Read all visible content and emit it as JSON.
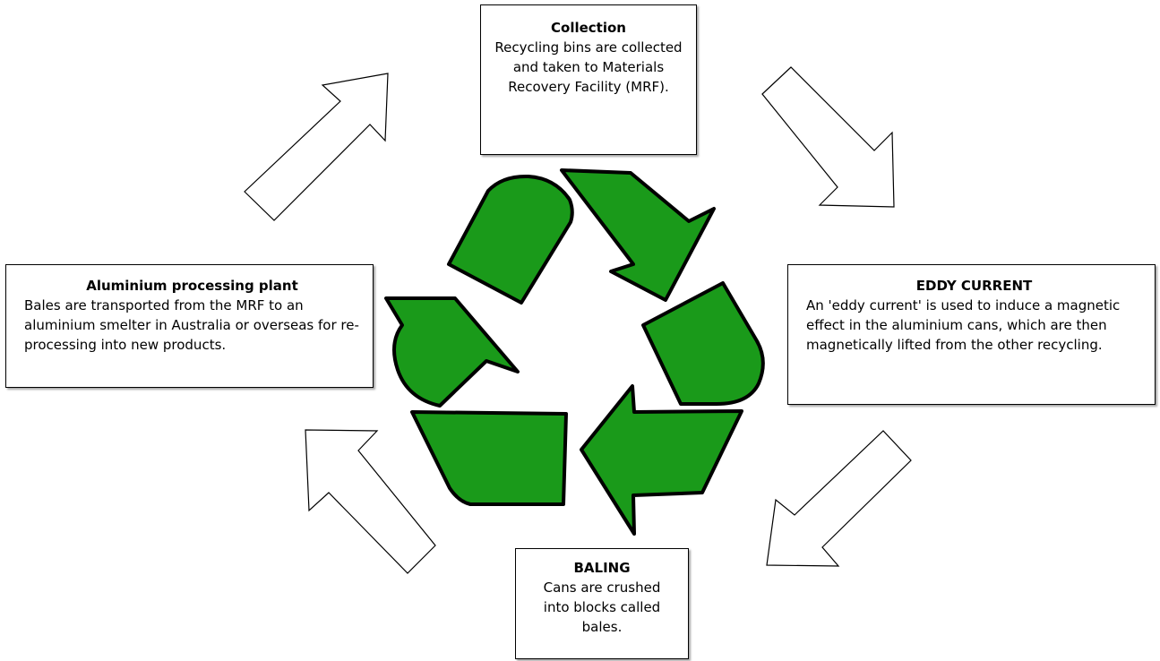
{
  "colors": {
    "recycle_fill": "#1a9a1a",
    "recycle_stroke": "#000000",
    "arrow_fill": "#ffffff",
    "arrow_stroke": "#000000"
  },
  "icons": {
    "center": "recycling-symbol-icon",
    "flow_arrows": "hollow-arrow-icon"
  },
  "collection": {
    "title": "Collection",
    "text": "Recycling bins are collected and taken to Materials Recovery Facility (MRF)."
  },
  "eddy_current": {
    "title": "EDDY CURRENT",
    "text": "An 'eddy current' is used to induce a magnetic effect in the aluminium cans, which are then magnetically lifted from the other recycling."
  },
  "baling": {
    "title": "BALING",
    "text": "Cans are crushed into blocks called bales."
  },
  "aluminium_plant": {
    "title": "Aluminium processing plant",
    "text": "Bales are transported from the MRF to an aluminium smelter in Australia or overseas for re-processing into new products."
  }
}
